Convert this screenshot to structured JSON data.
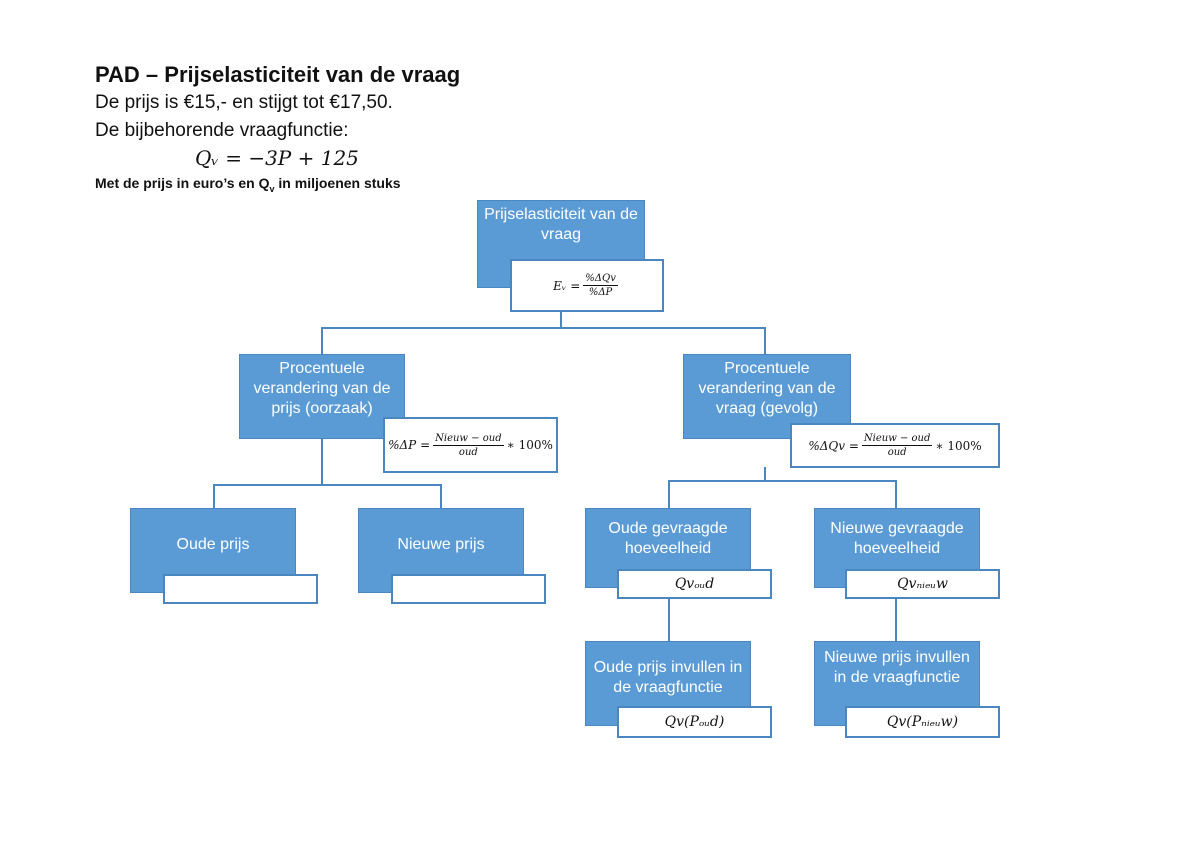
{
  "header": {
    "title": "PAD – Prijselasticiteit van de vraag",
    "line1": "De prijs is €15,- en stijgt tot €17,50.",
    "line2": "De bijbehorende vraagfunctie:",
    "formula": "Qᵥ  =  −3P + 125",
    "note_prefix": "Met de prijs in euro’s en Q",
    "note_sub": "v",
    "note_suffix": " in miljoenen stuks"
  },
  "diagram": {
    "root": {
      "label": "Prijselasticiteit van de vraag",
      "formula_lhs": "Eᵥ =",
      "formula_num": "%ΔQv",
      "formula_den": "%ΔP"
    },
    "left": {
      "label": "Procentuele verandering van de prijs (oorzaak)",
      "formula_lhs": "%ΔP =",
      "formula_num": "Nieuw − oud",
      "formula_den": "oud",
      "formula_rhs": "∗ 100%"
    },
    "right": {
      "label": "Procentuele verandering van de vraag (gevolg)",
      "formula_lhs": "%ΔQv =",
      "formula_num": "Nieuw − oud",
      "formula_den": "oud",
      "formula_rhs": "∗ 100%"
    },
    "old_price": {
      "label": "Oude prijs"
    },
    "new_price": {
      "label": "Nieuwe prijs"
    },
    "old_quantity": {
      "label": "Oude gevraagde hoeveelheid",
      "formula": "Qvₒᵤd"
    },
    "new_quantity": {
      "label": "Nieuwe gevraagde hoeveelheid",
      "formula": "Qvₙᵢₑᵤw"
    },
    "old_fill": {
      "label": "Oude prijs invullen in de vraagfunctie",
      "formula": "Qv(Pₒᵤd)"
    },
    "new_fill": {
      "label": "Nieuwe prijs invullen in de vraagfunctie",
      "formula": "Qv(Pₙᵢₑᵤw)"
    }
  },
  "colors": {
    "box_fill": "#5b9bd5",
    "border": "#4a86bf"
  }
}
